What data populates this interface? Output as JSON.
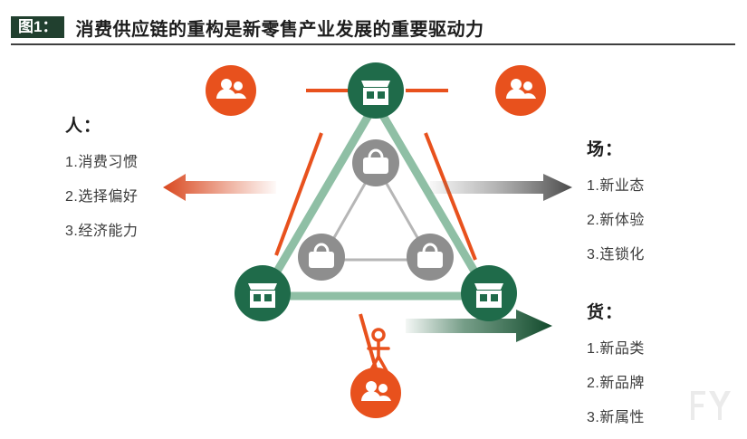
{
  "header": {
    "figure_label": "图1：",
    "title": "消费供应链的重构是新零售产业发展的重要驱动力"
  },
  "blocks": {
    "people": {
      "heading": "人：",
      "items": [
        "1.消费习惯",
        "2.选择偏好",
        "3.经济能力"
      ]
    },
    "place": {
      "heading": "场：",
      "items": [
        "1.新业态",
        "2.新体验",
        "3.连锁化"
      ]
    },
    "goods": {
      "heading": "货：",
      "items": [
        "1.新品类",
        "2.新品牌",
        "3.新属性"
      ]
    }
  },
  "diagram": {
    "nodes": [
      {
        "id": "store-top",
        "icon": "store-icon",
        "color": "#1f6b4a"
      },
      {
        "id": "store-left",
        "icon": "store-icon",
        "color": "#1f6b4a"
      },
      {
        "id": "store-right",
        "icon": "store-icon",
        "color": "#1f6b4a"
      },
      {
        "id": "bag-top",
        "icon": "shopping-bag-icon",
        "color": "#8e8e8e"
      },
      {
        "id": "bag-left",
        "icon": "shopping-bag-icon",
        "color": "#8e8e8e"
      },
      {
        "id": "bag-right",
        "icon": "shopping-bag-icon",
        "color": "#8e8e8e"
      },
      {
        "id": "users-left",
        "icon": "users-icon",
        "color": "#e8511d"
      },
      {
        "id": "users-right",
        "icon": "users-icon",
        "color": "#e8511d"
      },
      {
        "id": "users-bottom",
        "icon": "users-icon",
        "color": "#e8511d"
      },
      {
        "id": "person-bottom",
        "icon": "person-icon",
        "color": "#e8511d"
      }
    ],
    "arrows": [
      {
        "id": "arrow-people",
        "direction": "left",
        "color": "#d9481f"
      },
      {
        "id": "arrow-place",
        "direction": "right",
        "color": "#5a5a5a"
      },
      {
        "id": "arrow-goods",
        "direction": "right",
        "color": "#1a5c38"
      }
    ]
  },
  "colors": {
    "badge_bg": "#21402f",
    "orange": "#e8511d",
    "green_dark": "#1f6b4a",
    "green_light": "#8fbfa5",
    "grey": "#8e8e8e",
    "text": "#3b3b3b"
  },
  "watermark": {
    "name": "site-logo-watermark"
  }
}
